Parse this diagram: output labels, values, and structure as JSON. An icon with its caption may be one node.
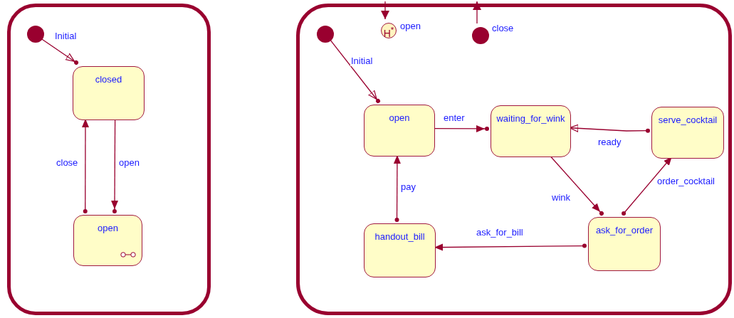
{
  "diagram": {
    "nodes": [
      {
        "text": [],
        "shape": "box"
      },
      {
        "text": [],
        "shape": "circle",
        "in": 0
      },
      {
        "text": [
          "closed"
        ],
        "in": 0
      },
      {
        "text": [
          "open"
        ],
        "in": 0
      },
      {
        "text": [],
        "shape": "box"
      },
      {
        "text": [],
        "shape": "circle",
        "in": 4
      },
      {
        "text": [
          "H$^{*}$"
        ],
        "beside": [
          "open"
        ],
        "in": 4
      },
      {
        "text": [],
        "shape": "circle",
        "beside": [
          "close"
        ],
        "in": 4
      },
      {
        "text": [
          "open"
        ],
        "in": 4
      },
      {
        "text": [
          "waiting_for_wink"
        ],
        "in": 4
      },
      {
        "text": [
          "serve_cocktail"
        ],
        "in": 4
      },
      {
        "text": [
          "handout_bill"
        ],
        "in": 4
      },
      {
        "text": [
          "ask_for_order"
        ],
        "in": 4
      }
    ],
    "edges": [
      {
        "from": 1,
        "to": 2,
        "arrow": "to",
        "label": "Initial"
      },
      {
        "from": 3,
        "to": 2,
        "arrow": "to",
        "label": "close"
      },
      {
        "from": 2,
        "to": 3,
        "arrow": "to",
        "label": "open"
      },
      {
        "from": null,
        "to": 6,
        "arrow": "to"
      },
      {
        "from": 7,
        "to": null,
        "arrow": "to"
      },
      {
        "from": 5,
        "to": 8,
        "arrow": "to",
        "label": "Initial"
      },
      {
        "from": 8,
        "to": 9,
        "arrow": "to",
        "label": "enter"
      },
      {
        "from": 10,
        "to": 9,
        "arrow": "to",
        "label": "ready"
      },
      {
        "from": 9,
        "to": 12,
        "arrow": "to",
        "label": "wink"
      },
      {
        "from": 12,
        "to": 10,
        "arrow": "to",
        "label": "order_cocktail"
      },
      {
        "from": 12,
        "to": 11,
        "arrow": "to",
        "label": "ask_for_bill"
      },
      {
        "from": 11,
        "to": 8,
        "arrow": "to",
        "label": "pay"
      }
    ]
  }
}
